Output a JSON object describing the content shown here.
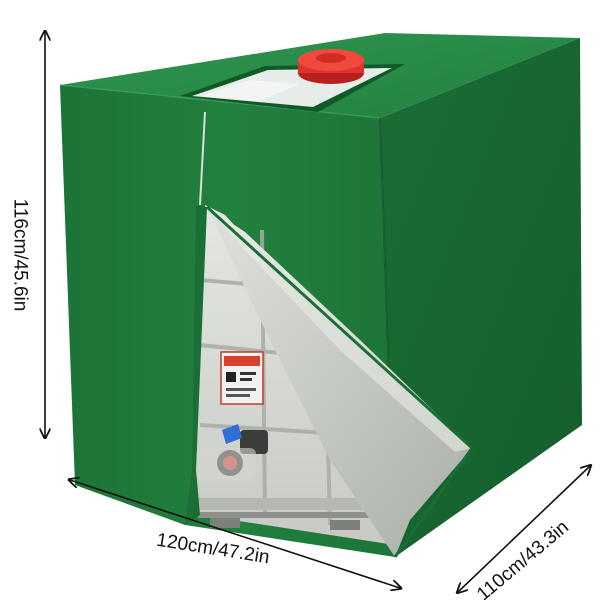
{
  "image": {
    "subject": "IBC tote tank cover",
    "colors": {
      "cover_green": "#1f7a3c",
      "cover_green_dark": "#145c2b",
      "cover_green_light": "#2a8c47",
      "lining_silver": "#c9cdc6",
      "cap_red": "#e0322e",
      "valve_blue": "#2f6fd6",
      "background": "#ffffff",
      "arrow": "#111111"
    }
  },
  "dimensions": {
    "height": "116cm/45.6in",
    "width": "120cm/47.2in",
    "depth": "110cm/43.3in"
  },
  "icons": {
    "height_arrow": "double-arrow-vertical-icon",
    "width_arrow": "double-arrow-diagonal-icon",
    "depth_arrow": "double-arrow-diagonal-icon"
  }
}
